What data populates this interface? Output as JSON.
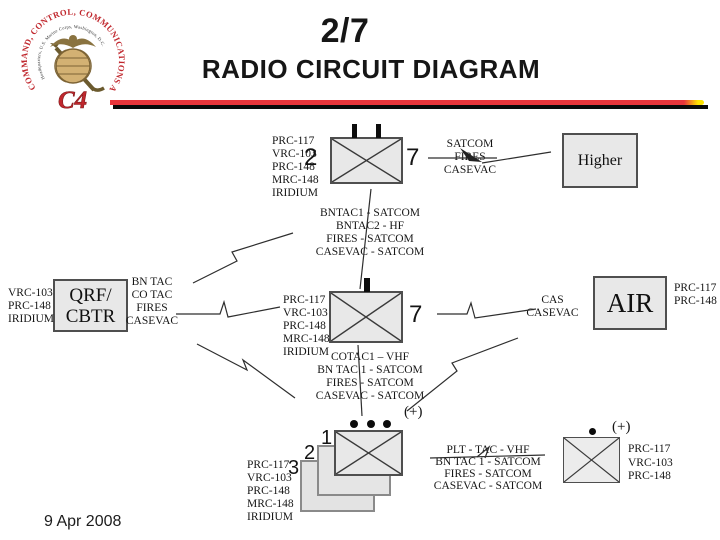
{
  "slide": {
    "title": "2/7",
    "subtitle": "RADIO CIRCUIT DIAGRAM",
    "date": "9 Apr 2008"
  },
  "logo": {
    "ring_text": "COMMAND, CONTROL, COMMUNICATIONS AND COMPUTERS",
    "inner_text": "Headquarters, U.S. Marine Corps, Washington, D.C.",
    "monogram": "C4"
  },
  "battalion": {
    "num_left": "2",
    "num_right": "7",
    "radios": [
      "PRC-117",
      "VRC-103",
      "PRC-148",
      "MRC-148",
      "IRIDIUM"
    ],
    "uplink_nets": [
      "SATCOM",
      "FIRES",
      "CASEVAC"
    ],
    "nets": [
      "BNTAC1 - SATCOM",
      "BNTAC2 - HF",
      "FIRES - SATCOM",
      "CASEVAC - SATCOM"
    ]
  },
  "higher": {
    "label": "Higher"
  },
  "qrf": {
    "label_line1": "QRF/",
    "label_line2": "CBTR",
    "radios": [
      "VRC-103",
      "PRC-148",
      "IRIDIUM"
    ],
    "nets": [
      "BN TAC",
      "CO TAC",
      "FIRES",
      "CASEVAC"
    ]
  },
  "company": {
    "num_right": "7",
    "radios": [
      "PRC-117",
      "VRC-103",
      "PRC-148",
      "MRC-148",
      "IRIDIUM"
    ],
    "nets": [
      "COTAC1 – VHF",
      "BN TAC 1 - SATCOM",
      "FIRES - SATCOM",
      "CASEVAC - SATCOM"
    ]
  },
  "air": {
    "label": "AIR",
    "nets": [
      "CAS",
      "CASEVAC"
    ],
    "radios": [
      "PRC-117",
      "PRC-148"
    ]
  },
  "platoons": {
    "num1": "1",
    "num2": "2",
    "num3": "3",
    "plus": "(+)",
    "radios": [
      "PRC-117",
      "VRC-103",
      "PRC-148",
      "MRC-148",
      "IRIDIUM"
    ],
    "nets": [
      "PLT - TAC - VHF",
      "BN TAC 1 - SATCOM",
      "FIRES - SATCOM",
      "CASEVAC - SATCOM"
    ]
  },
  "detachment": {
    "plus": "(+)",
    "radios": [
      "PRC-117",
      "VRC-103",
      "PRC-148"
    ]
  },
  "colors": {
    "rule_red": "#e8353b",
    "rule_black": "#0a0a0a",
    "rule_yellow": "#ffe400",
    "seal_red": "#c0272d",
    "box_fill": "#e8e8e8",
    "box_border": "#4f4f4f",
    "text": "#1a1a1a"
  }
}
